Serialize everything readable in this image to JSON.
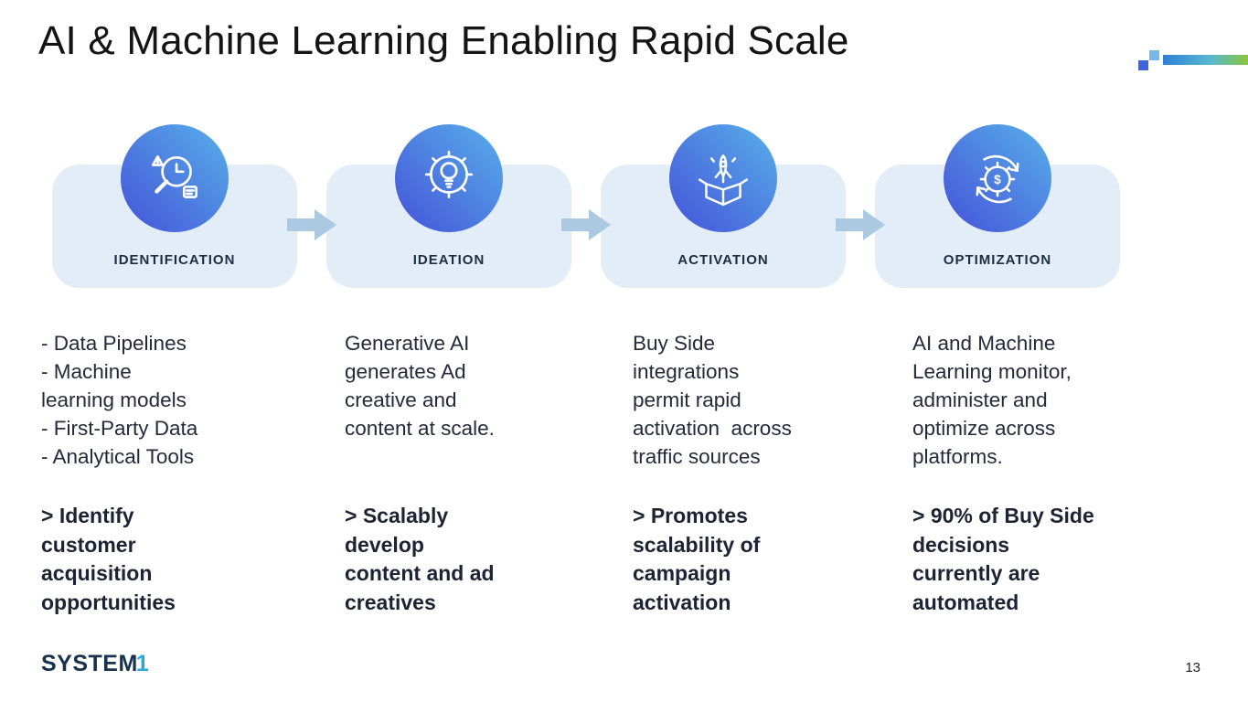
{
  "slide": {
    "title": "AI & Machine Learning Enabling Rapid Scale",
    "page_number": "13",
    "logo": {
      "main": "SYSTEM",
      "accent": "1"
    }
  },
  "flow": {
    "arrow_icon": "right-arrow-icon",
    "stages": [
      {
        "label": "IDENTIFICATION",
        "icon": "magnifier-clock-analysis-icon",
        "description": "- Data Pipelines\n- Machine\nlearning models\n- First-Party Data\n- Analytical Tools",
        "highlight": "> Identify\ncustomer\nacquisition\nopportunities"
      },
      {
        "label": "IDEATION",
        "icon": "gear-lightbulb-icon",
        "description": "Generative AI\ngenerates Ad\ncreative and\ncontent at scale.",
        "highlight": "> Scalably\ndevelop\ncontent and ad\ncreatives"
      },
      {
        "label": "ACTIVATION",
        "icon": "rocket-launch-box-icon",
        "description": "Buy Side\nintegrations\npermit rapid\nactivation  across\ntraffic sources",
        "highlight": "> Promotes\nscalability of\ncampaign\nactivation"
      },
      {
        "label": "OPTIMIZATION",
        "icon": "gear-dollar-refresh-icon",
        "description": "AI and Machine\nLearning monitor,\nadminister and\noptimize across\nplatforms.",
        "highlight": "> 90% of Buy Side\ndecisions\ncurrently are\nautomated"
      }
    ]
  },
  "colors": {
    "card_bg": "#e2edf7",
    "icon_gradient_start": "#58b0ea",
    "icon_gradient_end": "#4452d8",
    "arrow": "#abc9e1",
    "body_text": "#232a3a",
    "stage_label": "#1e2d42",
    "logo_main": "#16324c",
    "logo_accent": "#2aa9e0",
    "deco_bar_start": "#2f7fd6",
    "deco_bar_end": "#8cc63f"
  }
}
